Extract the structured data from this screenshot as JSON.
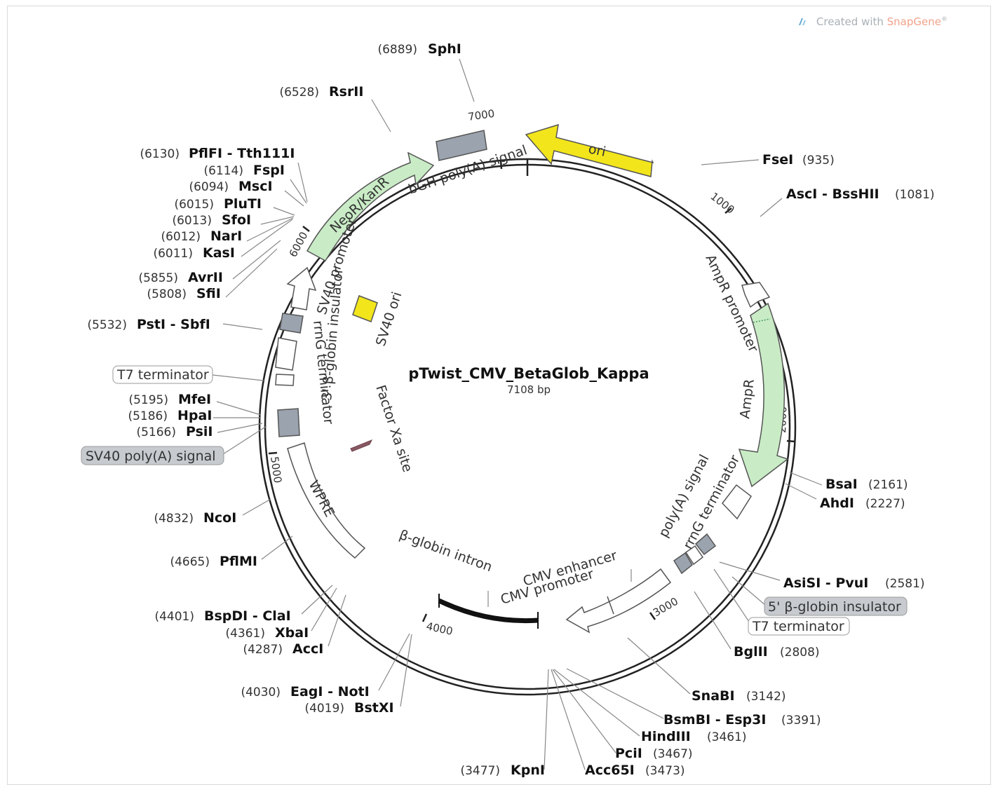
{
  "watermark": {
    "prefix": "Created with ",
    "brand": "SnapGene",
    "mark": "®"
  },
  "plasmid": {
    "name": "pTwist_CMV_BetaGlob_Kappa",
    "size": "7108 bp"
  },
  "ticks": [
    "1000",
    "2000",
    "3000",
    "4000",
    "5000",
    "6000",
    "7000"
  ],
  "features": {
    "ori": "ori",
    "bgh": "bGH poly(A) signal",
    "neo": "NeoR/KanR",
    "sv40_promoter": "SV40 promoter",
    "sv40_ori": "SV40 ori",
    "beta3": "3' β-globin insulator",
    "rrng_left": "rrnG terminator",
    "factor": "Factor Xa site",
    "wpre": "WPRE",
    "intron": "β-globin intron",
    "cmv_enh": "CMV enhancer",
    "cmv_pro": "CMV promoter",
    "polya": "poly(A) signal",
    "rrng_right": "rrnG terminator",
    "ampr_pro": "AmpR promoter",
    "ampr": "AmpR"
  },
  "boxed_labels": {
    "t7_left": "T7 terminator",
    "sv40_polya": "SV40 poly(A) signal",
    "beta5": "5' β-globin insulator",
    "t7_right": "T7 terminator"
  },
  "sites": [
    {
      "pos": "(6889)",
      "name": "SphI"
    },
    {
      "pos": "(6528)",
      "name": "RsrII"
    },
    {
      "pos": "(6130)",
      "name": "PflFI - Tth111I"
    },
    {
      "pos": "(6114)",
      "name": "FspI"
    },
    {
      "pos": "(6094)",
      "name": "MscI"
    },
    {
      "pos": "(6015)",
      "name": "PluTI"
    },
    {
      "pos": "(6013)",
      "name": "SfoI"
    },
    {
      "pos": "(6012)",
      "name": "NarI"
    },
    {
      "pos": "(6011)",
      "name": "KasI"
    },
    {
      "pos": "(5855)",
      "name": "AvrII"
    },
    {
      "pos": "(5808)",
      "name": "SfiI"
    },
    {
      "pos": "(5532)",
      "name": "PstI - SbfI"
    },
    {
      "pos": "(5195)",
      "name": "MfeI"
    },
    {
      "pos": "(5186)",
      "name": "HpaI"
    },
    {
      "pos": "(5166)",
      "name": "PsiI"
    },
    {
      "pos": "(4832)",
      "name": "NcoI"
    },
    {
      "pos": "(4665)",
      "name": "PflMI"
    },
    {
      "pos": "(4401)",
      "name": "BspDI - ClaI"
    },
    {
      "pos": "(4361)",
      "name": "XbaI"
    },
    {
      "pos": "(4287)",
      "name": "AccI"
    },
    {
      "pos": "(4030)",
      "name": "EagI - NotI"
    },
    {
      "pos": "(4019)",
      "name": "BstXI"
    },
    {
      "pos": "(3477)",
      "name": "KpnI"
    },
    {
      "name": "FseI",
      "pos": "(935)"
    },
    {
      "name": "AscI - BssHII",
      "pos": "(1081)"
    },
    {
      "name": "BsaI",
      "pos": "(2161)"
    },
    {
      "name": "AhdI",
      "pos": "(2227)"
    },
    {
      "name": "AsiSI - PvuI",
      "pos": "(2581)"
    },
    {
      "name": "BglII",
      "pos": "(2808)"
    },
    {
      "name": "SnaBI",
      "pos": "(3142)"
    },
    {
      "name": "BsmBI - Esp3I",
      "pos": "(3391)"
    },
    {
      "name": "HindIII",
      "pos": "(3461)"
    },
    {
      "name": "PciI",
      "pos": "(3467)"
    },
    {
      "name": "Acc65I",
      "pos": "(3473)"
    }
  ],
  "colors": {
    "ori": "#f2e51b",
    "resistance": "#c9ecc6",
    "gray_feature": "#9aa3ae",
    "white_feature": "#ffffff",
    "label_box_gray": "#c7cbd0"
  }
}
